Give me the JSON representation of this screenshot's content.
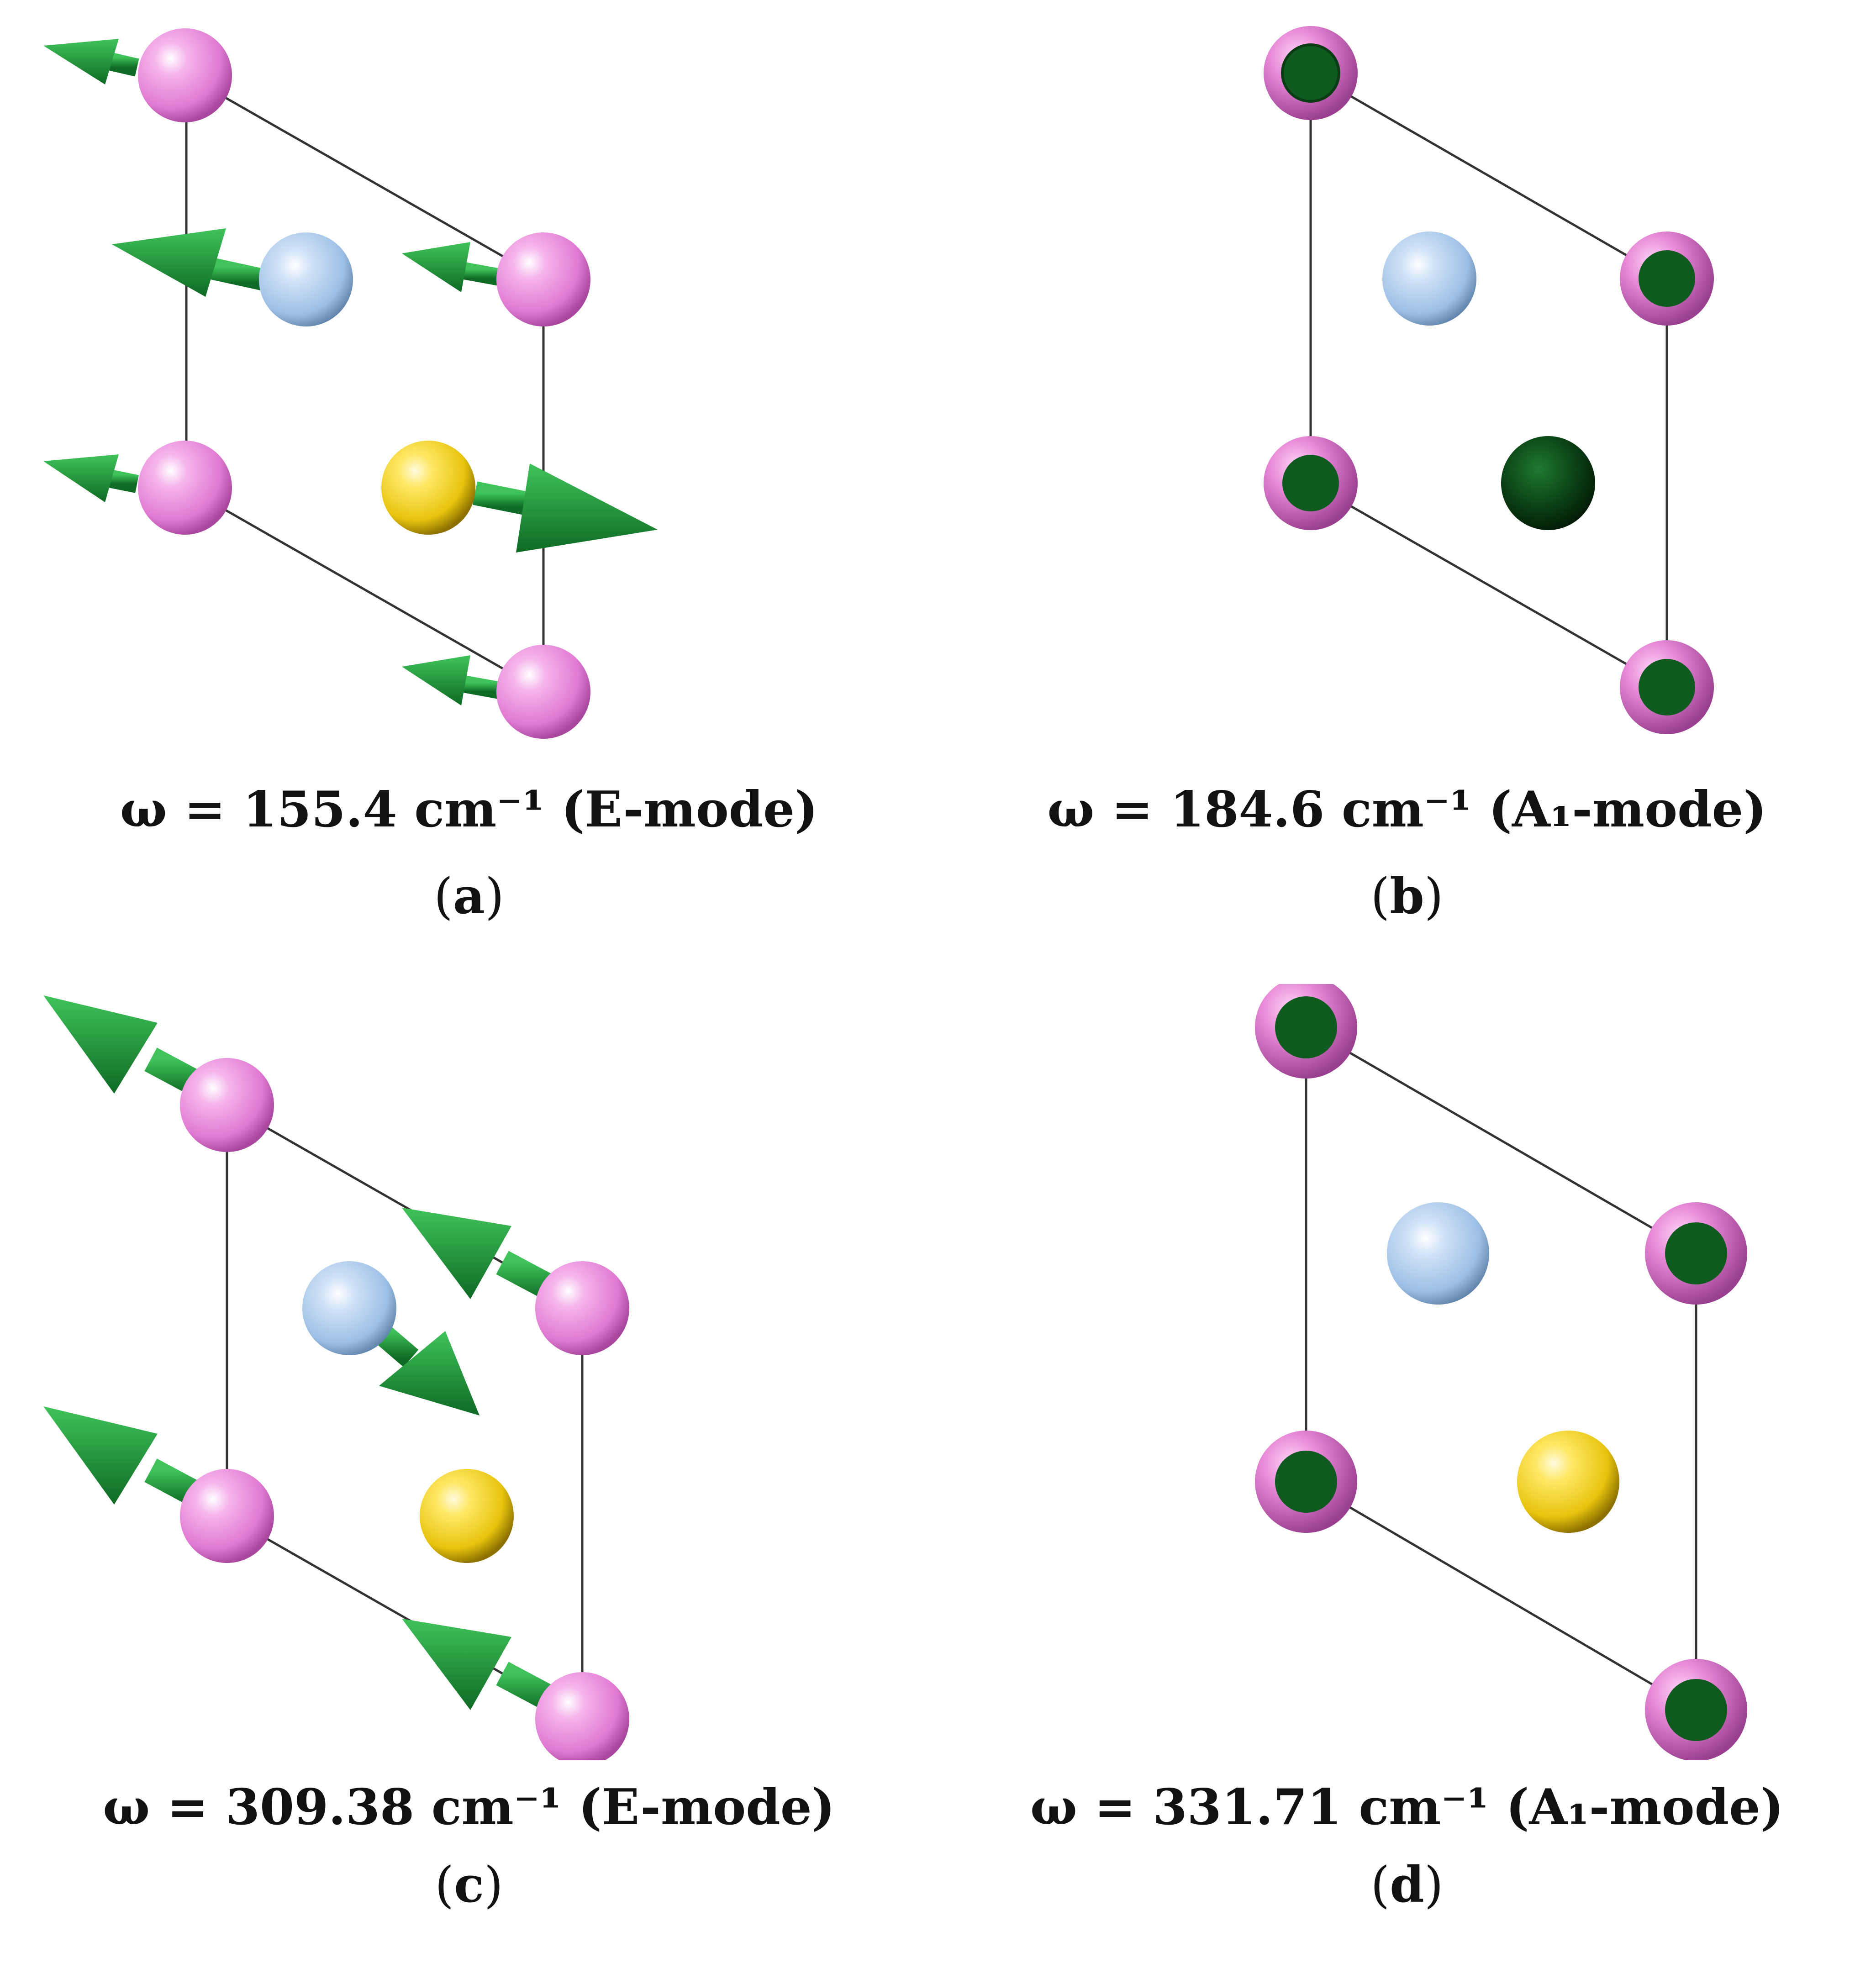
{
  "panels": [
    {
      "id": "a",
      "omega": "ω = 155.4 cm⁻¹ (E-mode)",
      "label": "a",
      "mode": "E-mode"
    },
    {
      "id": "b",
      "omega": "ω = 184.6 cm⁻¹ (A₁-mode)",
      "label": "b",
      "mode": "A1-mode"
    },
    {
      "id": "c",
      "omega": "ω = 309.38 cm⁻¹ (E-mode)",
      "label": "c",
      "mode": "E-mode"
    },
    {
      "id": "d",
      "omega": "ω = 331.71 cm⁻¹ (A₁-mode)",
      "label": "d",
      "mode": "A1-mode"
    }
  ],
  "colors": {
    "atom_pink": "#e88ad8",
    "atom_blue": "#a9c9ec",
    "atom_yellow": "#f2d21c",
    "arrow_green": "#1f9a3a",
    "dark_green": "#0b4a17",
    "cell_line": "#333333"
  }
}
